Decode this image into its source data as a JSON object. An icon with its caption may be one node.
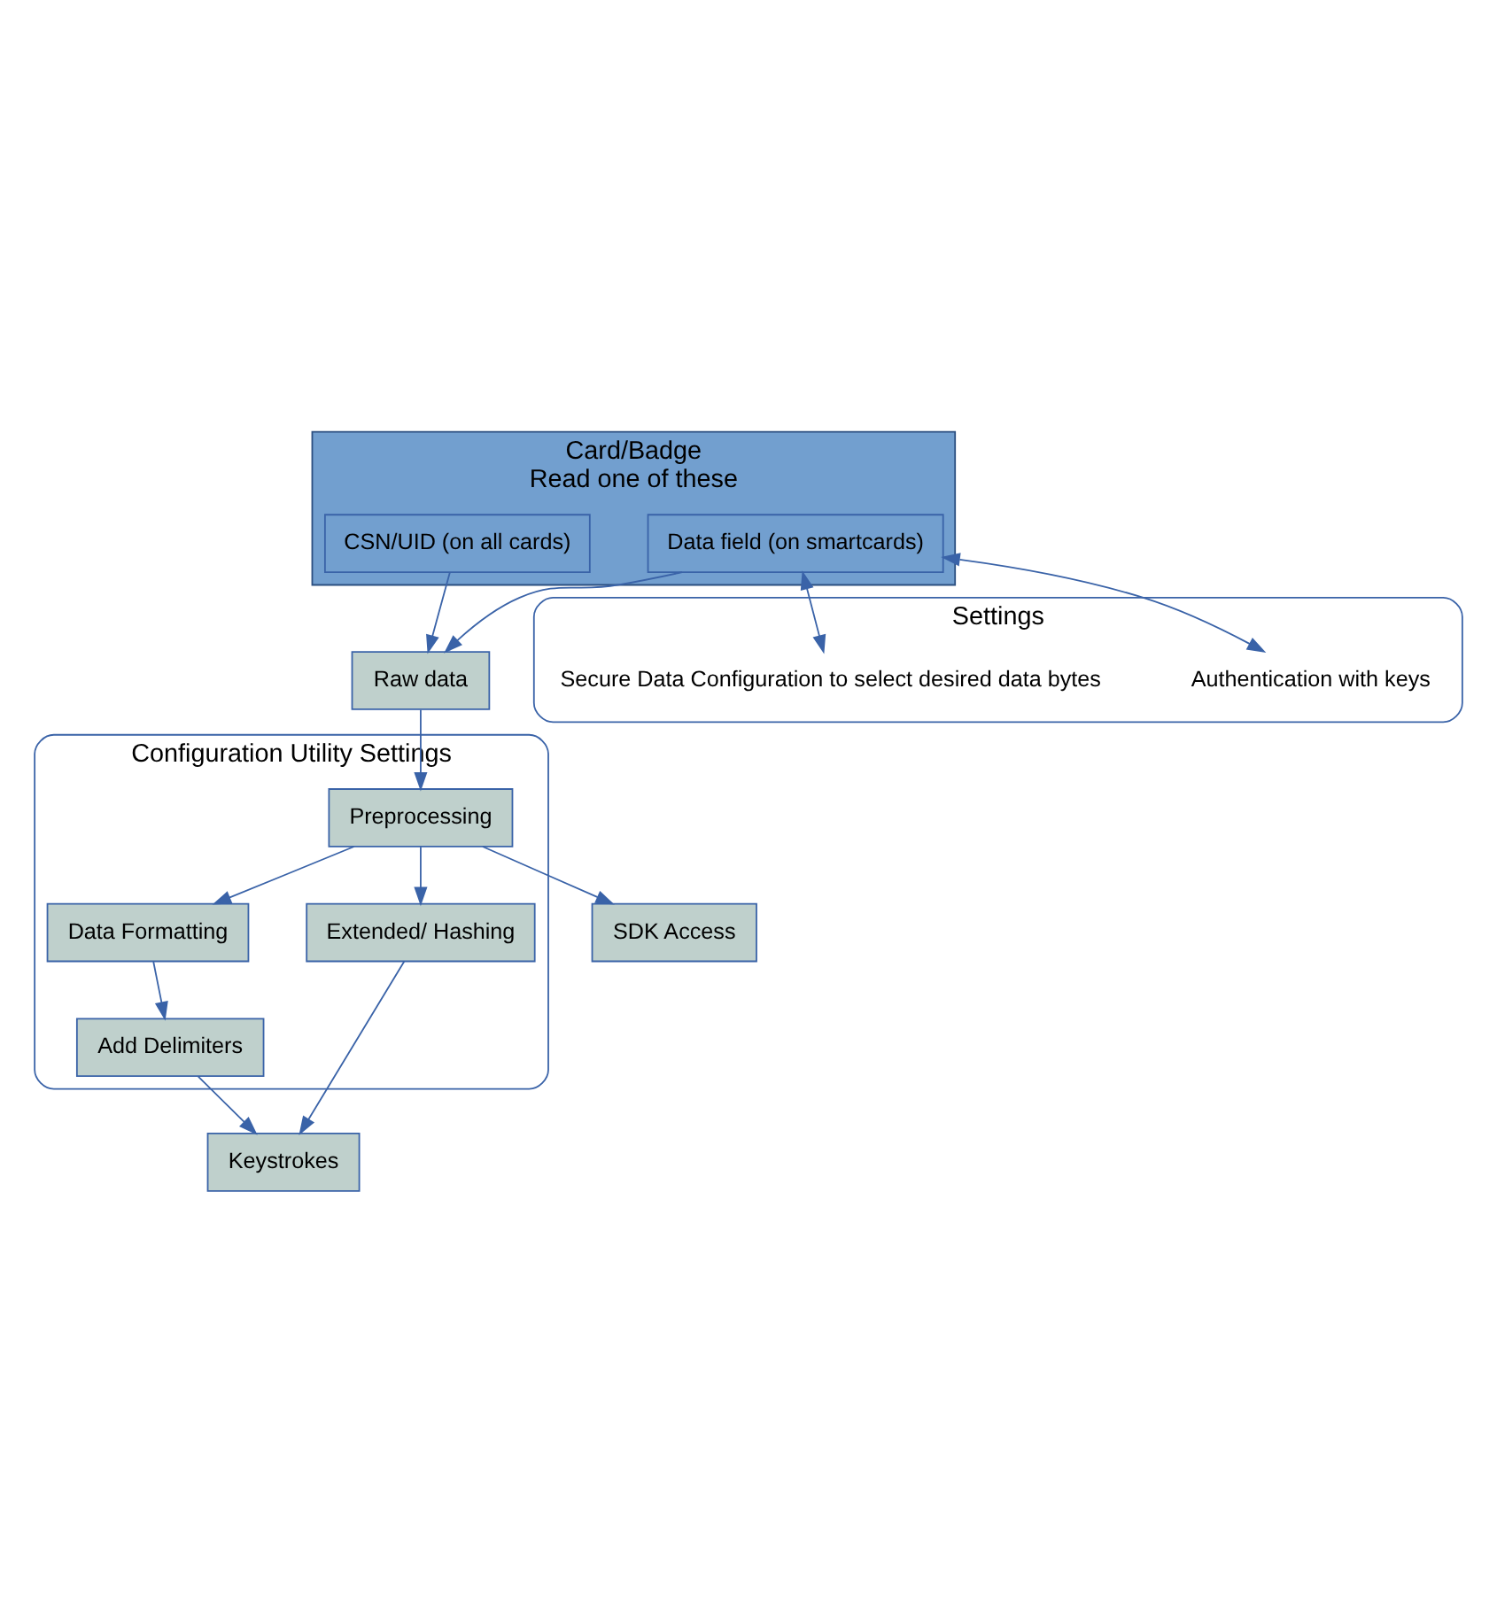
{
  "diagram": {
    "nodes": [
      {
        "text": [
          "Card/Badge",
          "Read one of these"
        ]
      },
      {
        "text": [
          "CSN/UID (on all cards)"
        ],
        "in": 0
      },
      {
        "text": [
          "Data field (on smartcards)"
        ],
        "in": 0
      },
      {
        "text": [
          "Settings"
        ]
      },
      {
        "text": [
          "Authentication with keys"
        ],
        "in": 3
      },
      {
        "text": [
          "Secure Data Configuration to select desired data bytes"
        ],
        "in": 3
      },
      {
        "text": [
          "Raw data"
        ]
      },
      {
        "text": [
          "Configuration Utility Settings"
        ]
      },
      {
        "text": [
          "Preprocessing"
        ],
        "in": 7
      },
      {
        "text": [
          "SDK Access"
        ]
      },
      {
        "text": [
          "Data Formatting"
        ],
        "in": 7
      },
      {
        "text": [
          "Extended/ Hashing"
        ],
        "in": 7
      },
      {
        "text": [
          "Add Delimiters"
        ],
        "in": 7
      },
      {
        "text": [
          "Keystrokes"
        ]
      }
    ],
    "edges": [
      {
        "from": 1,
        "to": 6,
        "arrow": "to"
      },
      {
        "from": 2,
        "to": 6,
        "arrow": "to"
      },
      {
        "from": 2,
        "to": 4,
        "arrow": "both"
      },
      {
        "from": 2,
        "to": 5,
        "arrow": "both"
      },
      {
        "from": 6,
        "to": 8,
        "arrow": "to"
      },
      {
        "from": 8,
        "to": 9,
        "arrow": "to"
      },
      {
        "from": 8,
        "to": 10,
        "arrow": "to"
      },
      {
        "from": 8,
        "to": 11,
        "arrow": "to"
      },
      {
        "from": 10,
        "to": 12,
        "arrow": "to"
      },
      {
        "from": 12,
        "to": 13,
        "arrow": "to"
      },
      {
        "from": 11,
        "to": 13,
        "arrow": "to"
      }
    ]
  }
}
